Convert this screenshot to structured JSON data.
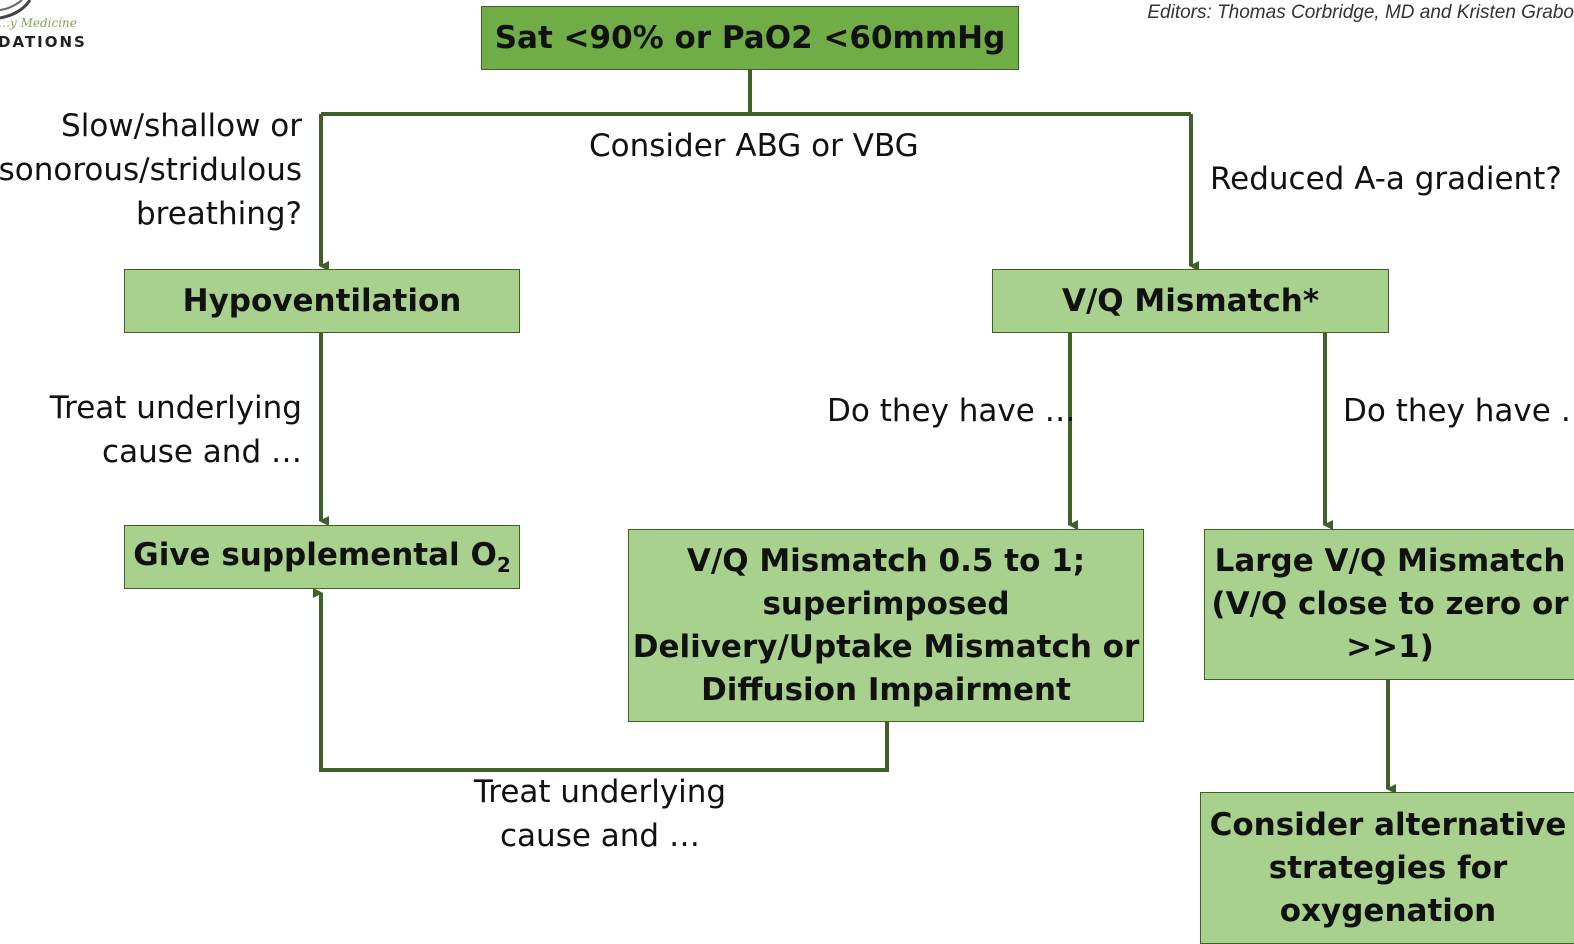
{
  "logo": {
    "script_text": "…y Medicine",
    "word_text": "DATIONS"
  },
  "editors_text": "Editors: Thomas Corbridge, MD and Kristen Grabo",
  "colors": {
    "dark_box": "#70ad47",
    "light_box": "#a9d18e",
    "connector": "#3f6127"
  },
  "boxes": {
    "top": "Sat <90% or PaO2 <60mmHg",
    "hypoventilation": "Hypoventilation",
    "vq_mismatch": "V/Q Mismatch*",
    "supplemental_o2": "Give supplemental O",
    "supplemental_o2_sub": "2",
    "vq_mid": [
      "V/Q Mismatch 0.5 to 1;",
      "superimposed",
      "Delivery/Uptake Mismatch or",
      "Diffusion Impairment"
    ],
    "large_vq": [
      "Large V/Q Mismatch",
      "(V/Q close to zero or",
      ">>1)"
    ],
    "alternative": [
      "Consider alternative",
      "strategies for",
      "oxygenation"
    ]
  },
  "labels": {
    "slow_shallow": [
      "Slow/shallow or",
      "sonorous/stridulous",
      "breathing?"
    ],
    "consider_abg": "Consider ABG or VBG",
    "reduced_aa": "Reduced A-a gradient?",
    "treat_left": [
      "Treat underlying",
      "cause and …"
    ],
    "do_they_have_1": "Do they have …",
    "do_they_have_2": "Do they have …",
    "treat_bottom": [
      "Treat underlying",
      "cause and …"
    ]
  }
}
